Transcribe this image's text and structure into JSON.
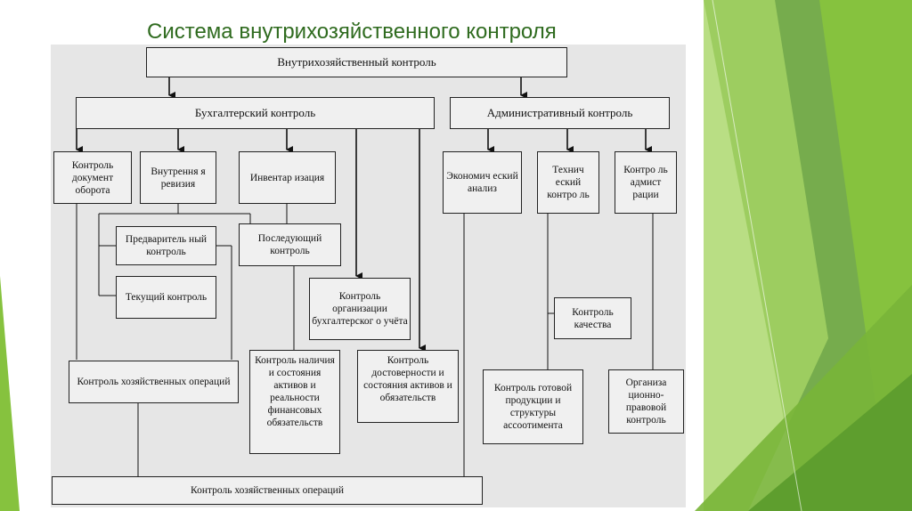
{
  "title": "Система внутрихозяйственного контроля",
  "boxes": {
    "root": "Внутрихозяйственный контроль",
    "accounting": "Бухгалтерский контроль",
    "administrative": "Административный контроль",
    "doc_flow": "Контроль документ оборота",
    "internal_audit": "Внутрення я ревизия",
    "inventory": "Инвентар изация",
    "economic_analysis": "Экономич еский анализ",
    "technical_control": "Технич еский контро ль",
    "admin_control": "Контро ль адмист рации",
    "preliminary": "Предваритель ный контроль",
    "current": "Текущий контроль",
    "subsequent": "Последующий контроль",
    "org_accounting": "Контроль организации бухгалтерског о учёта",
    "quality": "Контроль качества",
    "biz_ops_mid": "Контроль хозяйственных операций",
    "assets": "Контроль наличия и состояния активов и реальности финансовых обязательств",
    "reliability": "Контроль достоверности и состояния активов и обязательств",
    "finished_goods": "Контроль готовой продукции и структуры ассоотимента",
    "org_legal": "Организа ционно- правовой контроль",
    "biz_ops_bottom": "Контроль хозяйственных операций"
  },
  "colors": {
    "title": "#2f6b1f",
    "panel": "#e6e6e6",
    "deco_green_dark": "#5a9a2a",
    "deco_green_light": "#9bcf55"
  }
}
